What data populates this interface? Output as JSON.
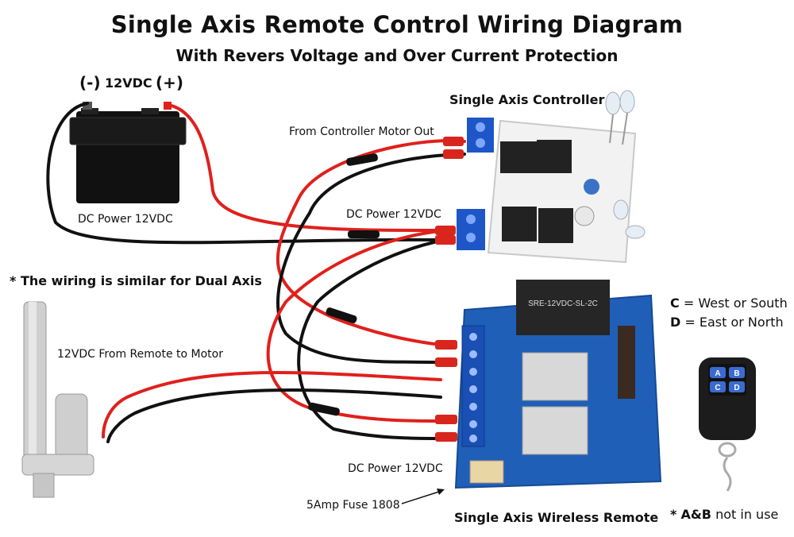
{
  "title": "Single Axis Remote Control Wiring Diagram",
  "subtitle": "With Revers Voltage and Over Current Protection",
  "battery": {
    "neg_label": "(-)",
    "voltage_label": "12VDC",
    "pos_label": "(+)",
    "caption": "DC Power 12VDC"
  },
  "controller": {
    "title": "Single Axis Controller",
    "motor_out_label": "From Controller Motor Out",
    "power_label": "DC Power 12VDC"
  },
  "note_dual_axis": "* The wiring is similar for Dual Axis",
  "actuator": {
    "label": "12VDC From Remote to Motor"
  },
  "remote": {
    "title": "Single Axis Wireless Remote",
    "power_label": "DC Power 12VDC",
    "fuse_label": "5Amp Fuse 1808",
    "relay_text": "SRE-12VDC-SL-2C"
  },
  "keyfob": {
    "buttons": [
      "A",
      "B",
      "C",
      "D"
    ],
    "c_key": "C",
    "c_desc": "= West or South",
    "d_key": "D",
    "d_desc": "= East or North",
    "ab_key": "A&B",
    "ab_prefix": "*",
    "ab_desc": "not in use"
  },
  "colors": {
    "wire_red": "#e0201c",
    "wire_black": "#111111",
    "board_white": "#f4f4f4",
    "board_blue": "#1f5fb8",
    "terminal_blue": "#1e56c8",
    "connector_red": "#d8261d"
  }
}
